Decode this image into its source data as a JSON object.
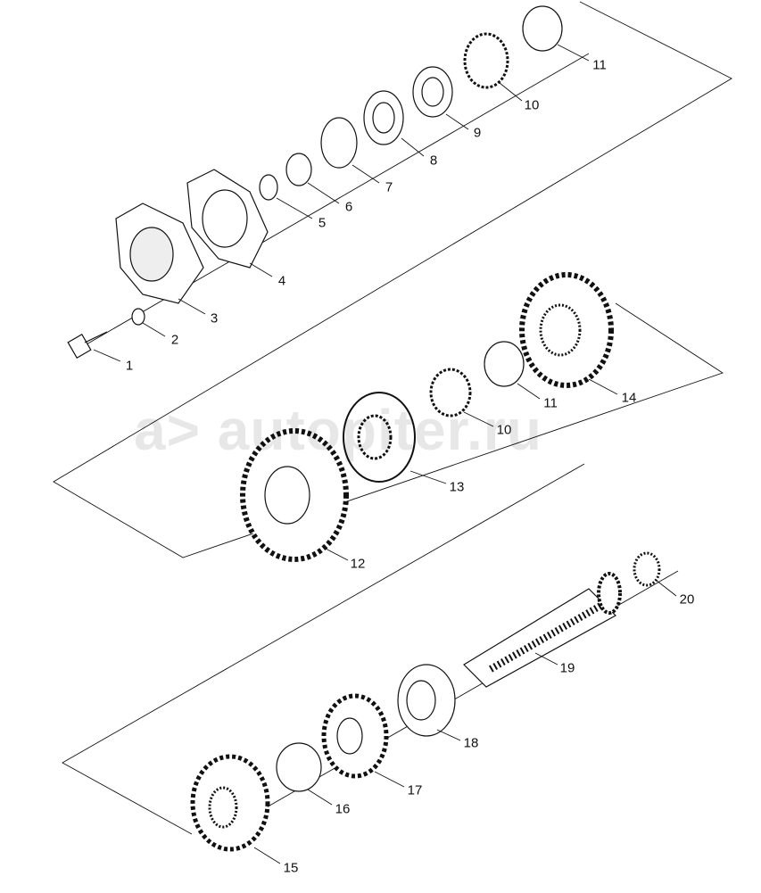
{
  "watermark": "a> autopiter.ru",
  "labels": [
    {
      "id": "1",
      "text": "1"
    },
    {
      "id": "2",
      "text": "2"
    },
    {
      "id": "3",
      "text": "3"
    },
    {
      "id": "4",
      "text": "4"
    },
    {
      "id": "5",
      "text": "5"
    },
    {
      "id": "6",
      "text": "6"
    },
    {
      "id": "7",
      "text": "7"
    },
    {
      "id": "8",
      "text": "8"
    },
    {
      "id": "9",
      "text": "9"
    },
    {
      "id": "10a",
      "text": "10"
    },
    {
      "id": "11a",
      "text": "11"
    },
    {
      "id": "11b",
      "text": "11"
    },
    {
      "id": "10b",
      "text": "10"
    },
    {
      "id": "14",
      "text": "14"
    },
    {
      "id": "13",
      "text": "13"
    },
    {
      "id": "12",
      "text": "12"
    },
    {
      "id": "20",
      "text": "20"
    },
    {
      "id": "19",
      "text": "19"
    },
    {
      "id": "18",
      "text": "18"
    },
    {
      "id": "17",
      "text": "17"
    },
    {
      "id": "16",
      "text": "16"
    },
    {
      "id": "15",
      "text": "15"
    }
  ]
}
